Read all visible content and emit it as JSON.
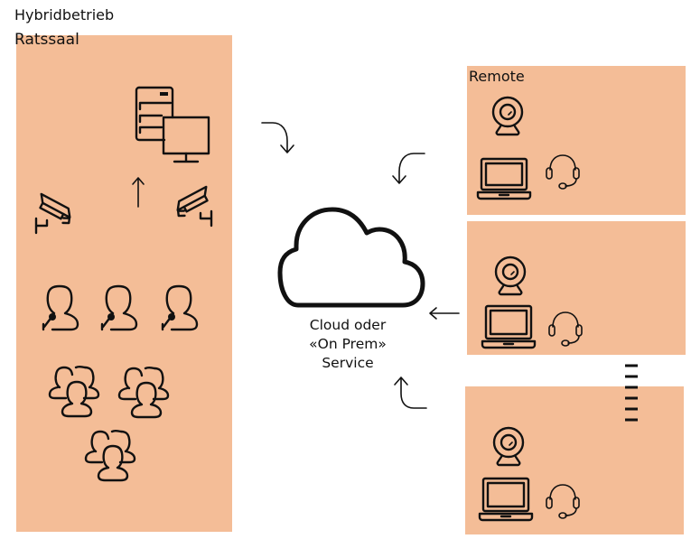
{
  "diagram": {
    "title": "Hybridbetrieb",
    "council_chamber": {
      "label": "Ratssaal",
      "icons": [
        "server-computer-icon",
        "arrow-up-icon",
        "security-camera-icon",
        "security-camera-icon",
        "speaker-with-microphone-icon",
        "speaker-with-microphone-icon",
        "speaker-with-microphone-icon",
        "audience-group-icon",
        "audience-group-icon",
        "audience-group-icon"
      ]
    },
    "cloud": {
      "line1": "Cloud oder",
      "line2": "«On Prem»",
      "line3": "Service"
    },
    "remote": {
      "label": "Remote",
      "participants": [
        {
          "icons": [
            "webcam-icon",
            "laptop-icon",
            "headset-icon"
          ]
        },
        {
          "icons": [
            "webcam-icon",
            "laptop-icon",
            "headset-icon"
          ]
        },
        {
          "icons": [
            "webcam-icon",
            "laptop-icon",
            "headset-icon"
          ]
        }
      ],
      "ellipsis": "more-participants-indicator"
    },
    "colors": {
      "panel_fill": "#f4bd97",
      "line": "#111111",
      "background": "#ffffff"
    }
  }
}
